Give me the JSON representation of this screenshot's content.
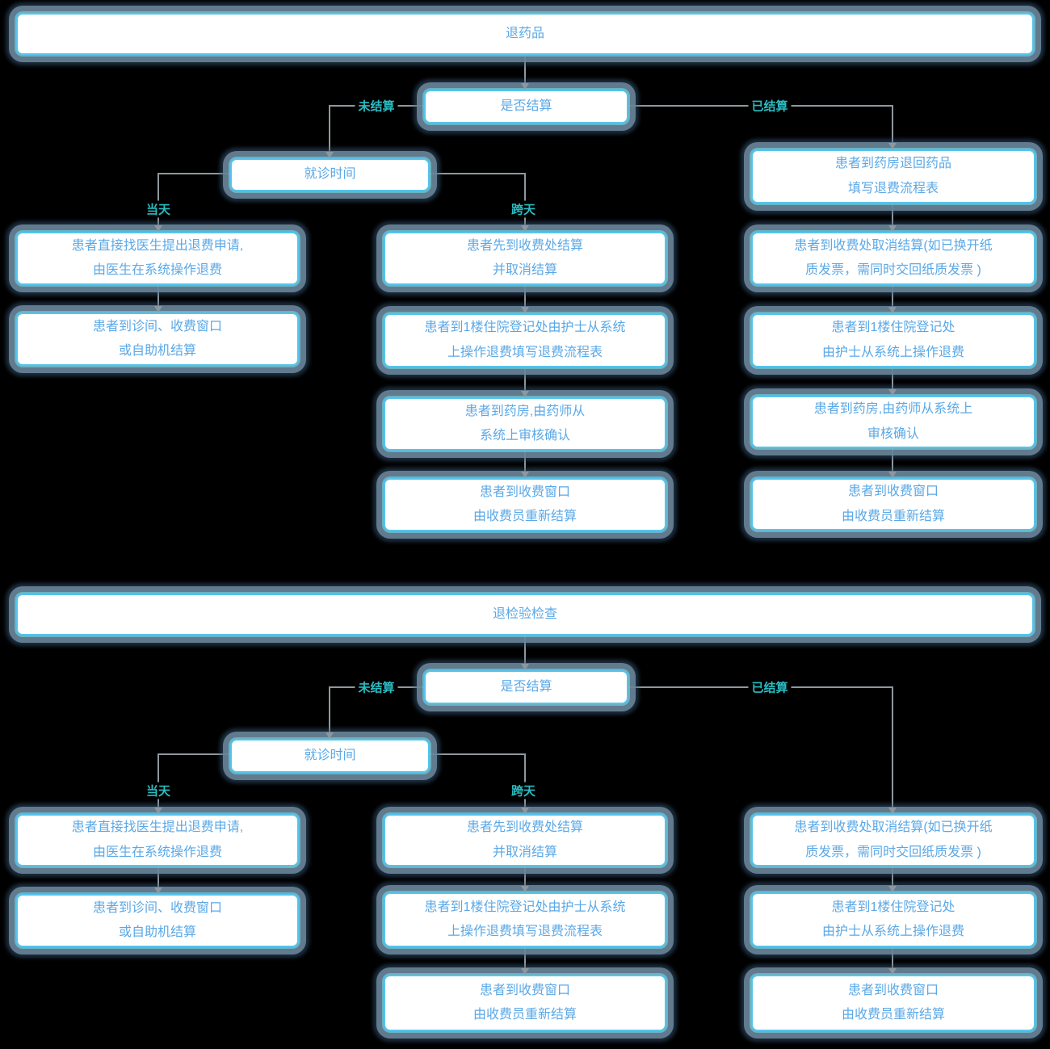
{
  "colors": {
    "background": "#000000",
    "box_fill": "#ffffff",
    "box_border": "#56c4ec",
    "box_glow": "#6b859a",
    "box_text": "#5ba8e6",
    "edge_label": "#29bdc3",
    "connector": "#8e979e"
  },
  "charts": [
    {
      "title": "退药品",
      "decision": "是否结算",
      "visit_time": "就诊时间",
      "branch_no": "未结算",
      "branch_yes": "已结算",
      "branch_same_day": "当天",
      "branch_cross_day": "跨天",
      "same_day_steps": [
        "患者直接找医生提出退费申请,\n由医生在系统操作退费",
        "患者到诊间、收费窗口\n或自助机结算"
      ],
      "cross_day_steps": [
        "患者先到收费处结算\n并取消结算",
        "患者到1楼住院登记处由护士从系统\n上操作退费填写退费流程表",
        "患者到药房,由药师从\n系统上审核确认",
        "患者到收费窗口\n由收费员重新结算"
      ],
      "settled_steps": [
        "患者到药房退回药品\n填写退费流程表",
        "患者到收费处取消结算(如已换开纸\n质发票，需同时交回纸质发票 )",
        "患者到1楼住院登记处\n由护士从系统上操作退费",
        "患者到药房,由药师从系统上\n审核确认",
        "患者到收费窗口\n由收费员重新结算"
      ]
    },
    {
      "title": "退检验检查",
      "decision": "是否结算",
      "visit_time": "就诊时间",
      "branch_no": "未结算",
      "branch_yes": "已结算",
      "branch_same_day": "当天",
      "branch_cross_day": "跨天",
      "same_day_steps": [
        "患者直接找医生提出退费申请,\n由医生在系统操作退费",
        "患者到诊间、收费窗口\n或自助机结算"
      ],
      "cross_day_steps": [
        "患者先到收费处结算\n并取消结算",
        "患者到1楼住院登记处由护士从系统\n上操作退费填写退费流程表",
        "患者到收费窗口\n由收费员重新结算"
      ],
      "settled_steps": [
        "患者到收费处取消结算(如已换开纸\n质发票，需同时交回纸质发票 )",
        "患者到1楼住院登记处\n由护士从系统上操作退费",
        "患者到收费窗口\n由收费员重新结算"
      ]
    }
  ]
}
